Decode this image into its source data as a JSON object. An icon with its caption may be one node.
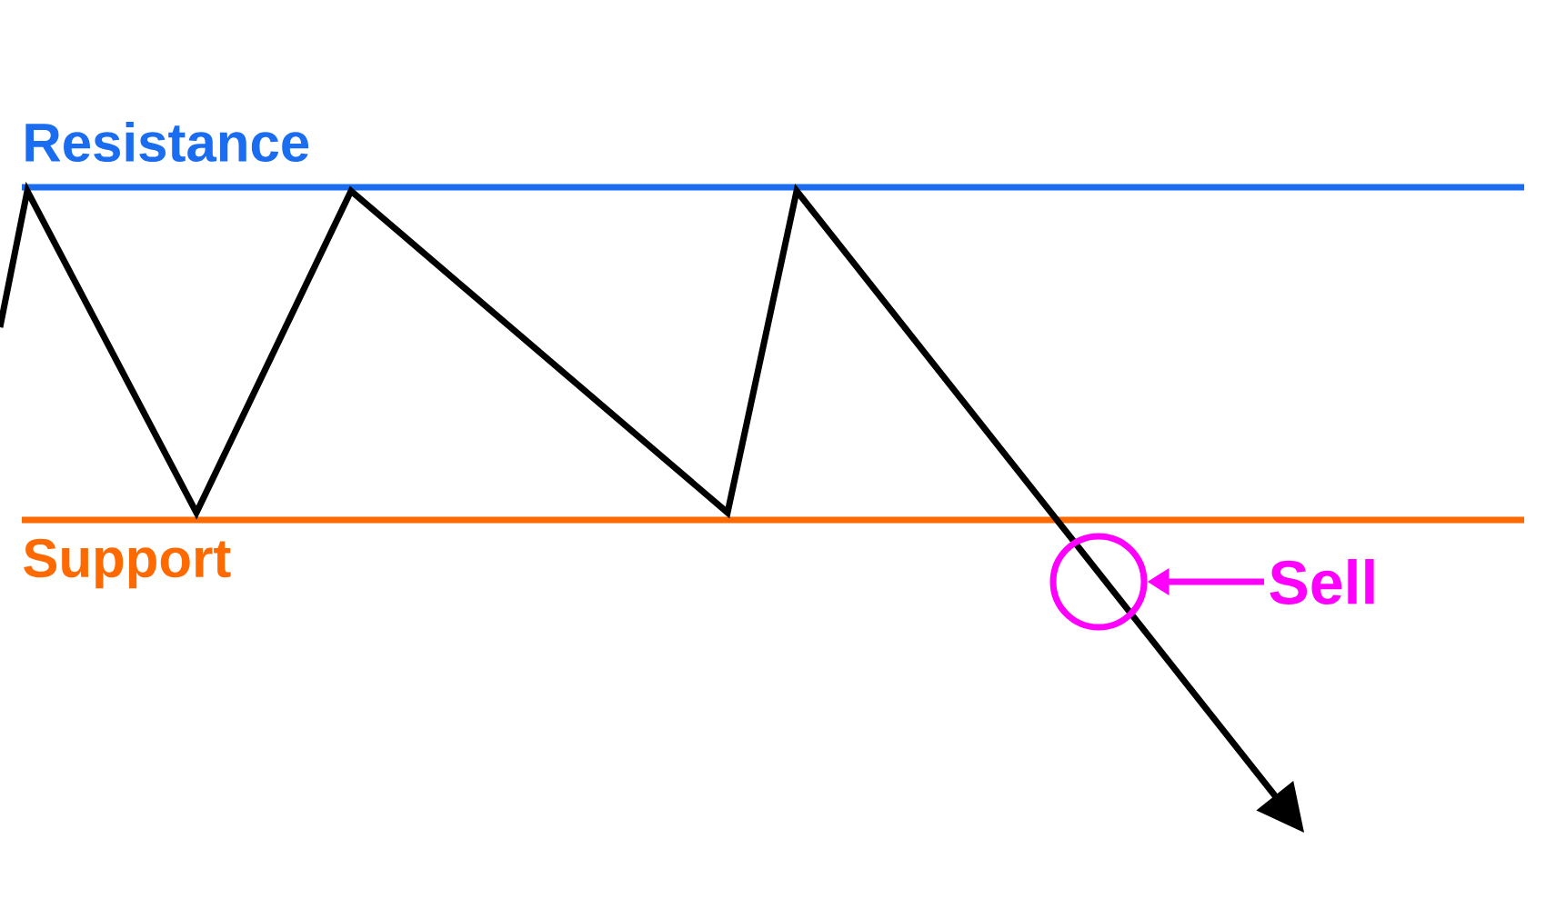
{
  "diagram": {
    "nodes": [
      {
        "text": [
          "Sell"
        ]
      },
      {
        "text": [],
        "shape": "circle"
      }
    ],
    "edges": [
      {
        "from": 0,
        "to": 1,
        "arrow": "to"
      }
    ],
    "labels": [
      "Resistance",
      "Support"
    ]
  }
}
